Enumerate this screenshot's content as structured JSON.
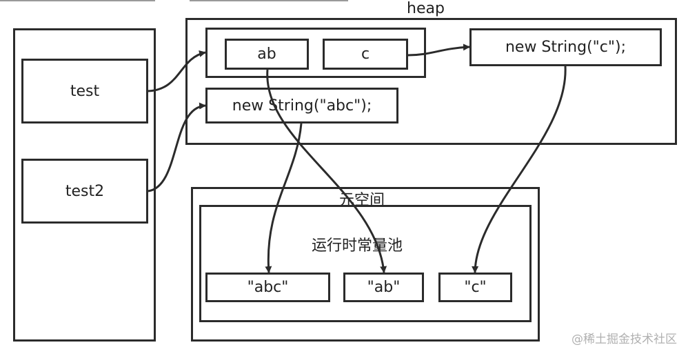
{
  "heap": {
    "title": "heap",
    "inner": {
      "ab": "ab",
      "c": "c"
    },
    "new_string_c": "new String(\"c\");",
    "new_string_abc": "new String(\"abc\");"
  },
  "stack": {
    "test": "test",
    "test2": "test2"
  },
  "metaspace": {
    "title": "元空间",
    "pool": {
      "title": "运行时常量池",
      "abc": "\"abc\"",
      "ab": "\"ab\"",
      "c": "\"c\""
    }
  },
  "watermark": "@稀土掘金技术社区",
  "colors": {
    "stroke": "#2b2b2b",
    "watermark": "#b0b0b0"
  }
}
